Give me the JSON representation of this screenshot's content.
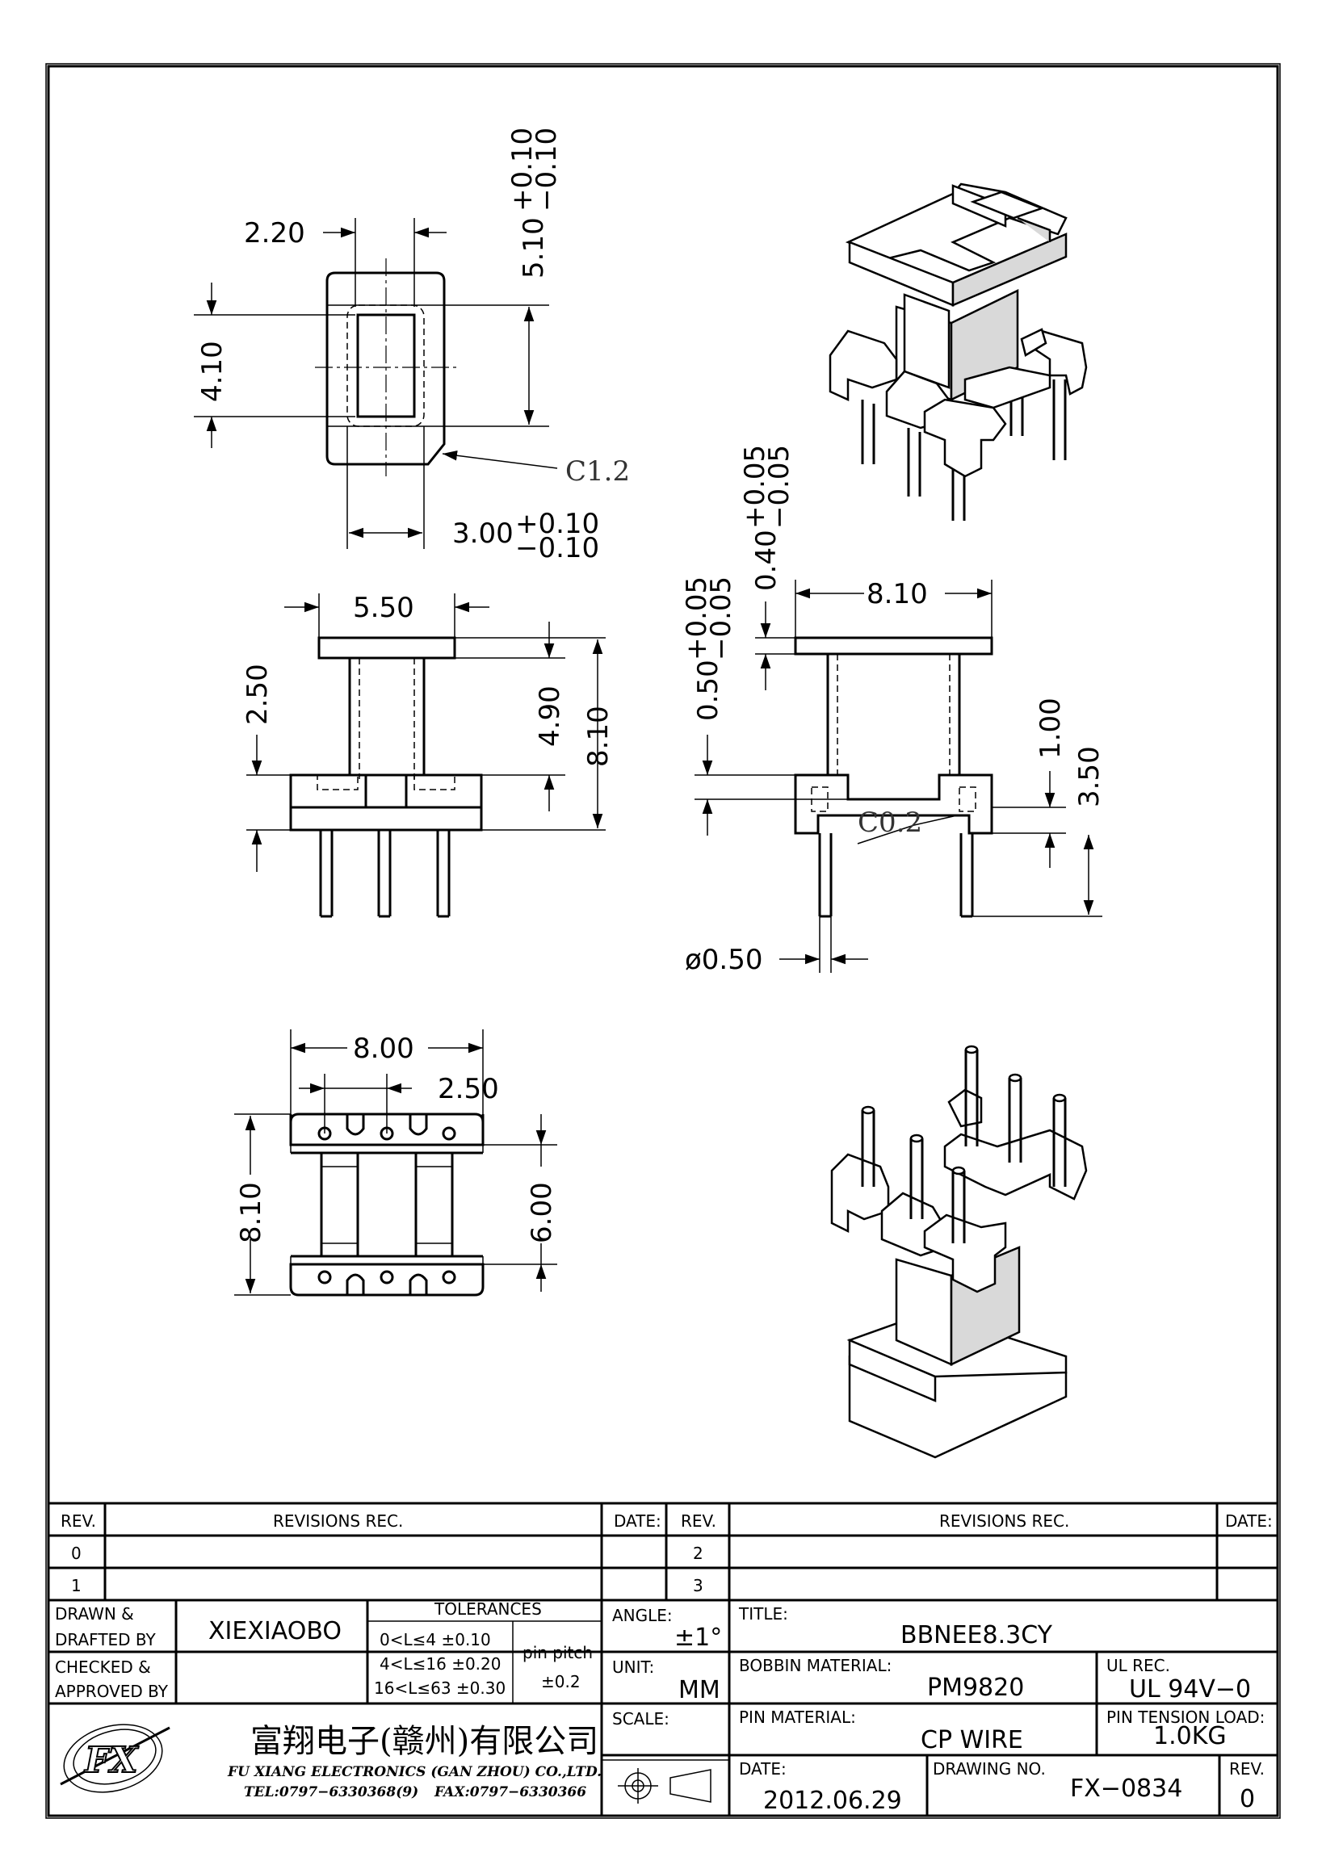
{
  "drawing": {
    "top_view": {
      "dim_width_inner": "2.20",
      "dim_height_inner": "4.10",
      "dim_height_outer": "5.10",
      "dim_height_outer_tol_plus": "+0.10",
      "dim_height_outer_tol_minus": "−0.10",
      "dim_width_outer": "3.00",
      "dim_width_outer_tol_plus": "+0.10",
      "dim_width_outer_tol_minus": "−0.10",
      "chamfer_note": "C1.2"
    },
    "front_view": {
      "dim_top_width": "5.50",
      "dim_left_height": "2.50",
      "dim_core_height": "4.90",
      "dim_total_height": "8.10"
    },
    "side_view": {
      "dim_flange_thickness": "0.40",
      "dim_flange_thickness_tol_plus": "+0.05",
      "dim_flange_thickness_tol_minus": "−0.05",
      "dim_flange_depth": "0.50",
      "dim_flange_depth_tol_plus": "+0.05",
      "dim_flange_depth_tol_minus": "−0.05",
      "dim_top_width": "8.10",
      "dim_step": "1.00",
      "dim_pin_length": "3.50",
      "chamfer_note": "C0.2",
      "dim_pin_diameter": "ø0.50"
    },
    "bottom_view": {
      "dim_width": "8.00",
      "dim_pitch": "2.50",
      "dim_height": "8.10",
      "dim_inner": "6.00"
    }
  },
  "title_block": {
    "rev_header": "REV.",
    "revisions_header": "REVISIONS   REC.",
    "date_header": "DATE:",
    "rev_rows_left": [
      "0",
      "1"
    ],
    "rev_rows_right": [
      "2",
      "3"
    ],
    "drawn_label_1": "DRAWN  &",
    "drawn_label_2": "DRAFTED  BY",
    "drawn_value": "XIEXIAOBO",
    "checked_label_1": "CHECKED  &",
    "checked_label_2": "APPROVED  BY",
    "tolerances_header": "TOLERANCES",
    "tol_rows": [
      "0<L≤4    ±0.10",
      "4<L≤16  ±0.20",
      "16<L≤63  ±0.30"
    ],
    "pin_pitch_label": "pin  pitch",
    "pin_pitch_value": "±0.2",
    "angle_label": "ANGLE:",
    "angle_value": "±1°",
    "unit_label": "UNIT:",
    "unit_value": "MM",
    "scale_label": "SCALE:",
    "title_label": "TITLE:",
    "title_value": "BBNEE8.3CY",
    "bobbin_material_label": "BOBBIN  MATERIAL:",
    "bobbin_material_value": "PM9820",
    "ul_label": "UL  REC.",
    "ul_value": "UL  94V−0",
    "pin_material_label": "PIN  MATERIAL:",
    "pin_material_value": "CP  WIRE",
    "pin_tension_label": "PIN  TENSION  LOAD:",
    "pin_tension_value": "1.0KG",
    "date_label": "DATE:",
    "date_value": "2012.06.29",
    "drawing_no_label": "DRAWING  NO.",
    "drawing_no_value": "FX−0834",
    "rev_label": "REV.",
    "rev_value": "0",
    "company_cn": "富翔电子(赣州)有限公司",
    "company_en": "FU  XIANG  ELECTRONICS  (GAN  ZHOU)  CO.,LTD.",
    "company_tel": "TEL:0797−6330368(9)",
    "company_fax": "FAX:0797−6330366",
    "logo_text": "FX"
  }
}
